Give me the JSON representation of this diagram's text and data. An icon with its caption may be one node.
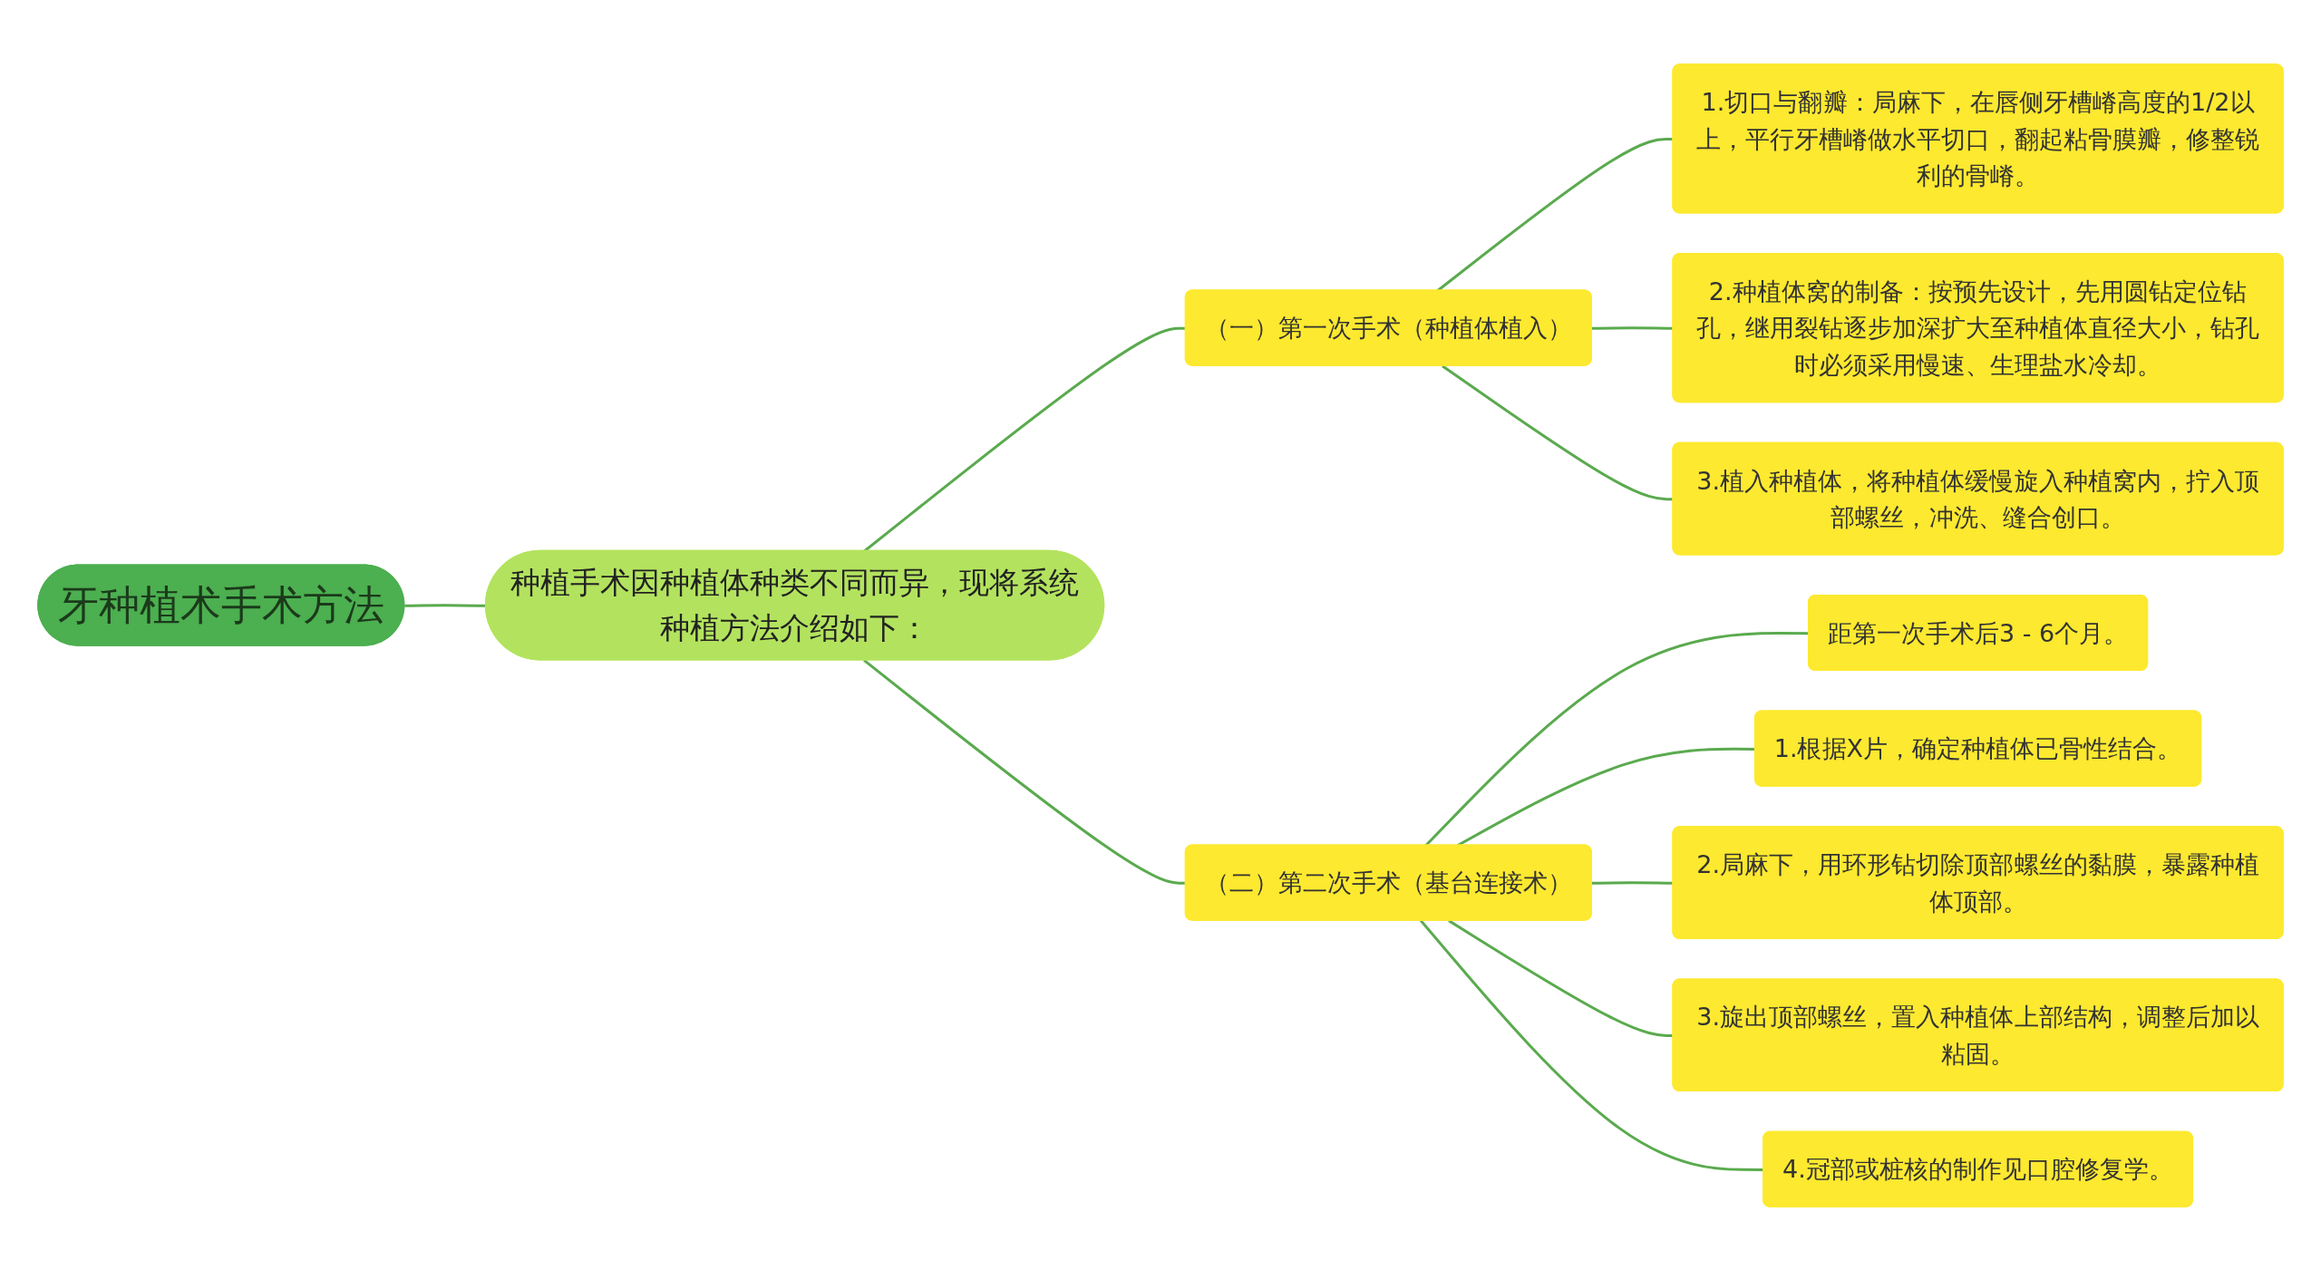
{
  "diagram": {
    "nodes": [
      {
        "text": [
          "牙种植术手术方法"
        ]
      },
      {
        "text": [
          "种植手术因种植体种类不同而异，现将系统种植方法介绍如下："
        ]
      },
      {
        "text": [
          "（一）第一次手术（种植体植入）"
        ]
      },
      {
        "text": [
          "1.切口与翻瓣：局麻下，在唇侧牙槽嵴高度的1/2以上，平行牙槽嵴做水平切口，翻起粘骨膜瓣，修整锐利的骨嵴。"
        ]
      },
      {
        "text": [
          "2.种植体窝的制备：按预先设计，先用圆钻定位钻孔，继用裂钻逐步加深扩大至种植体直径大小，钻孔时必须采用慢速、生理盐水冷却。"
        ]
      },
      {
        "text": [
          "3.植入种植体，将种植体缓慢旋入种植窝内，拧入顶部螺丝，冲洗、缝合创口。"
        ]
      },
      {
        "text": [
          "（二）第二次手术（基台连接术）"
        ]
      },
      {
        "text": [
          "距第一次手术后3 - 6个月。"
        ]
      },
      {
        "text": [
          "1.根据X片，确定种植体已骨性结合。"
        ]
      },
      {
        "text": [
          "2.局麻下，用环形钻切除顶部螺丝的黏膜，暴露种植体顶部。"
        ]
      },
      {
        "text": [
          "3.旋出顶部螺丝，置入种植体上部结构，调整后加以粘固。"
        ]
      },
      {
        "text": [
          "4.冠部或桩核的制作见口腔修复学。"
        ]
      }
    ],
    "edges": [
      {
        "from": 0,
        "to": 1,
        "arrow": "none"
      },
      {
        "from": 1,
        "to": 2,
        "arrow": "none"
      },
      {
        "from": 2,
        "to": 3,
        "arrow": "none"
      },
      {
        "from": 2,
        "to": 4,
        "arrow": "none"
      },
      {
        "from": 2,
        "to": 5,
        "arrow": "none"
      },
      {
        "from": 1,
        "to": 6,
        "arrow": "none"
      },
      {
        "from": 6,
        "to": 7,
        "arrow": "none"
      },
      {
        "from": 6,
        "to": 8,
        "arrow": "none"
      },
      {
        "from": 6,
        "to": 9,
        "arrow": "none"
      },
      {
        "from": 6,
        "to": 10,
        "arrow": "none"
      },
      {
        "from": 6,
        "to": 11,
        "arrow": "none"
      }
    ]
  }
}
